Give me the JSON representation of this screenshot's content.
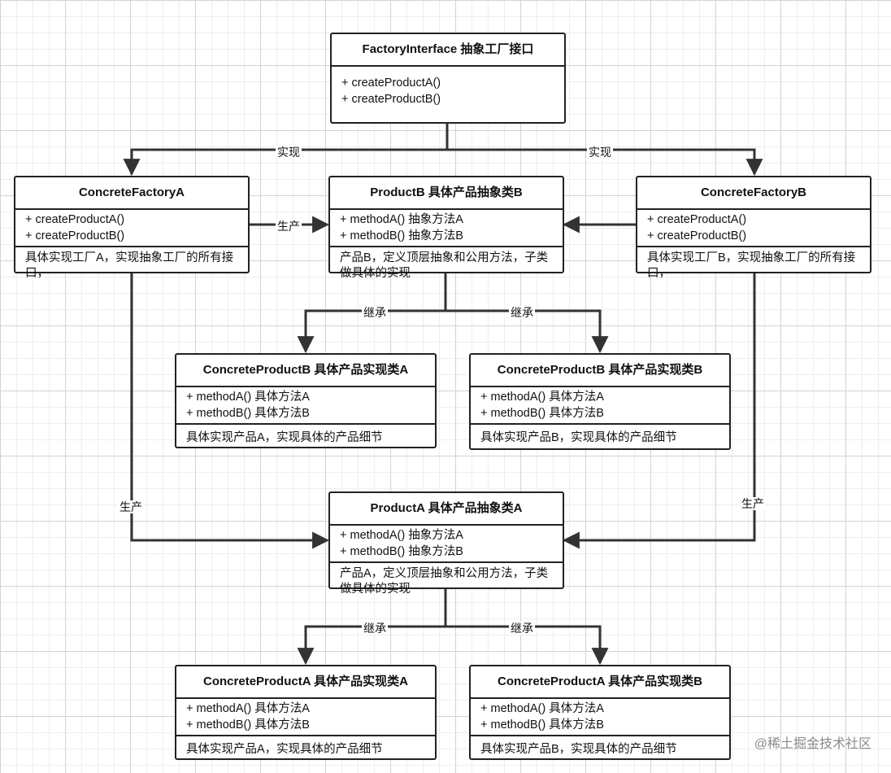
{
  "factory_interface": {
    "title": "FactoryInterface 抽象工厂接口",
    "methods": [
      "+ createProductA()",
      "+ createProductB()"
    ]
  },
  "concrete_factory_a": {
    "title": "ConcreteFactoryA",
    "methods": [
      "+ createProductA()",
      "+ createProductB()"
    ],
    "note": "具体实现工厂A，实现抽象工厂的所有接口，"
  },
  "product_b": {
    "title": "ProductB 具体产品抽象类B",
    "methods": [
      "+ methodA() 抽象方法A",
      "+ methodB() 抽象方法B"
    ],
    "note": "产品B，定义顶层抽象和公用方法，子类做具体的实现"
  },
  "concrete_factory_b": {
    "title": "ConcreteFactoryB",
    "methods": [
      "+ createProductA()",
      "+ createProductB()"
    ],
    "note": "具体实现工厂B，实现抽象工厂的所有接口，"
  },
  "concrete_product_b_a": {
    "title": "ConcreteProductB 具体产品实现类A",
    "methods": [
      "+ methodA() 具体方法A",
      "+ methodB() 具体方法B"
    ],
    "note": "具体实现产品A，实现具体的产品细节"
  },
  "concrete_product_b_b": {
    "title": "ConcreteProductB 具体产品实现类B",
    "methods": [
      "+ methodA() 具体方法A",
      "+ methodB() 具体方法B"
    ],
    "note": "具体实现产品B，实现具体的产品细节"
  },
  "product_a": {
    "title": "ProductA 具体产品抽象类A",
    "methods": [
      "+ methodA() 抽象方法A",
      "+ methodB() 抽象方法B"
    ],
    "note": "产品A，定义顶层抽象和公用方法，子类做具体的实现"
  },
  "concrete_product_a_a": {
    "title": "ConcreteProductA 具体产品实现类A",
    "methods": [
      "+ methodA() 具体方法A",
      "+ methodB() 具体方法B"
    ],
    "note": "具体实现产品A，实现具体的产品细节"
  },
  "concrete_product_a_b": {
    "title": "ConcreteProductA 具体产品实现类B",
    "methods": [
      "+ methodA() 具体方法A",
      "+ methodB() 具体方法B"
    ],
    "note": "具体实现产品B，实现具体的产品细节"
  },
  "edge_labels": {
    "implement": "实现",
    "produce": "生产",
    "inherit": "继承"
  },
  "watermark": "@稀土掘金技术社区",
  "colors": {
    "line": "#333333",
    "grid": "#d3d3d3",
    "background": "#ffffff"
  }
}
